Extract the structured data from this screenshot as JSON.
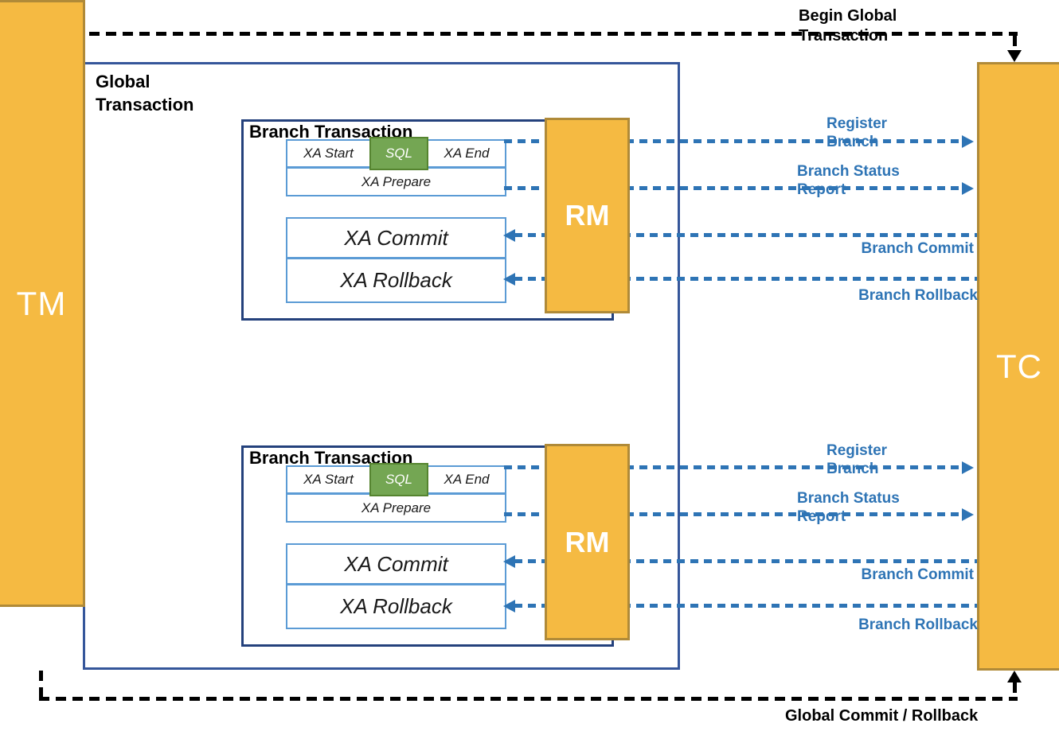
{
  "colors": {
    "actor_fill": "#F5BA42",
    "actor_border": "#B08A38",
    "sql_fill": "#74A653",
    "sql_border": "#55842F",
    "step_border": "#5B9BD5",
    "branch_border": "#24417C",
    "global_border": "#35569A",
    "arrow_blue": "#2E74B5",
    "flow_black": "#000000"
  },
  "actors": {
    "tm": "TM",
    "tc": "TC"
  },
  "global": {
    "title": "Global Transaction"
  },
  "branches": [
    {
      "title": "Branch Transaction",
      "rm": "RM",
      "steps": {
        "xa_start": "XA Start",
        "sql": "SQL",
        "xa_end": "XA End",
        "xa_prepare": "XA Prepare",
        "xa_commit": "XA Commit",
        "xa_rollback": "XA Rollback"
      },
      "messages": {
        "register": "Register Branch",
        "status": "Branch Status Report",
        "commit": "Branch Commit",
        "rollback": "Branch Rollback"
      }
    },
    {
      "title": "Branch Transaction",
      "rm": "RM",
      "steps": {
        "xa_start": "XA Start",
        "sql": "SQL",
        "xa_end": "XA End",
        "xa_prepare": "XA Prepare",
        "xa_commit": "XA Commit",
        "xa_rollback": "XA Rollback"
      },
      "messages": {
        "register": "Register Branch",
        "status": "Branch Status Report",
        "commit": "Branch Commit",
        "rollback": "Branch Rollback"
      }
    }
  ],
  "flows": {
    "begin": "Begin Global Transaction",
    "end": "Global Commit / Rollback"
  }
}
